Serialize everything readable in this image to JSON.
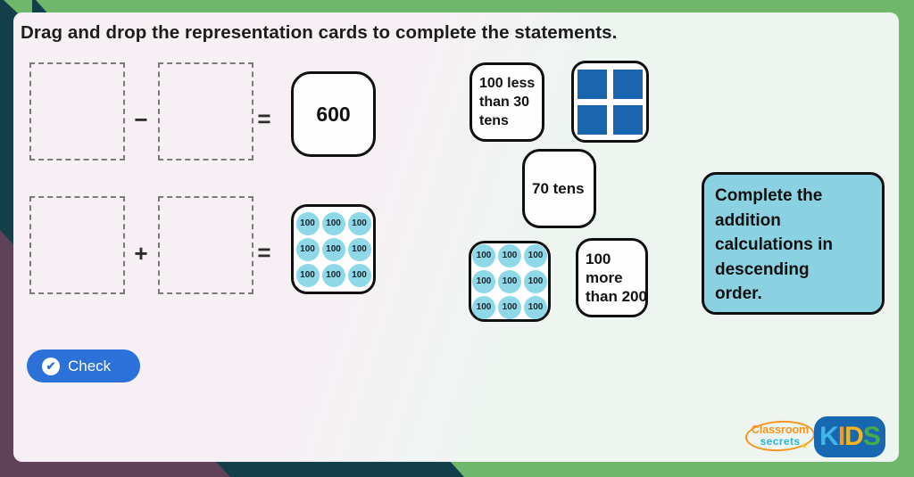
{
  "page": {
    "title": "Drag and drop the representation cards to complete the statements."
  },
  "equations": {
    "row1": {
      "operator": "−",
      "equals": "=",
      "result": "600"
    },
    "row2": {
      "operator": "+",
      "equals": "="
    }
  },
  "counter": {
    "label": "100"
  },
  "cards": {
    "less_30_tens": {
      "lines": [
        "100 less",
        "than 30",
        "tens"
      ]
    },
    "seventy_tens": {
      "label": "70 tens"
    },
    "more_200": {
      "lines": [
        "100",
        "more",
        "than 200"
      ]
    }
  },
  "hint": {
    "lines": [
      "Complete the",
      "addition",
      "calculations in",
      "descending",
      "order."
    ]
  },
  "check": {
    "label": "Check"
  },
  "footer": {
    "brand_top": "Classroom",
    "brand_bottom": "secrets",
    "kids": [
      "K",
      "I",
      "D",
      "S"
    ]
  },
  "colors": {
    "frame_green": "#6eb76b",
    "ribbon_teal": "#123f49",
    "ribbon_purple": "#5f4258",
    "counter_blue": "#8ed8e8",
    "square_blue": "#1a66ae",
    "hint_blue": "#8ad2e1",
    "check_blue": "#2c70d9",
    "kids_navy": "#1767b1",
    "brand_orange": "#f7941d",
    "brand_cyan": "#2ab5d8"
  }
}
